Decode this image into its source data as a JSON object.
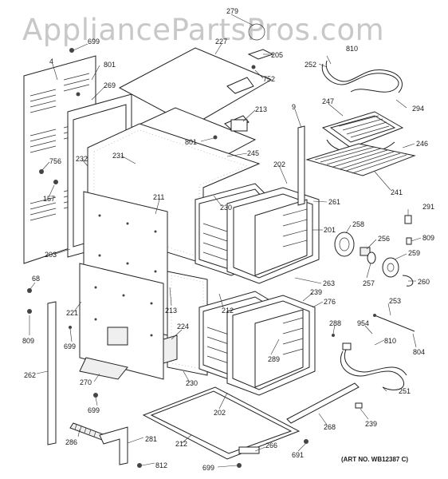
{
  "watermark": "AppliancePartsPros.com",
  "art_number": "(ART NO. WB12387 C)",
  "callouts": {
    "c279": "279",
    "c699a": "699",
    "c227": "227",
    "c205": "205",
    "c810a": "810",
    "c4": "4",
    "c801a": "801",
    "c752": "752",
    "c252": "252",
    "c294": "294",
    "c269": "269",
    "c213a": "213",
    "c9": "9",
    "c247": "247",
    "c801b": "801",
    "c245": "245",
    "c246": "246",
    "c756": "756",
    "c232": "232",
    "c231": "231",
    "c202a": "202",
    "c241": "241",
    "c157": "157",
    "c261": "261",
    "c211": "211",
    "c230a": "230",
    "c291": "291",
    "c201": "201",
    "c258": "258",
    "c256": "256",
    "c809a": "809",
    "c259": "259",
    "c203": "203",
    "c68": "68",
    "c257": "257",
    "c260": "260",
    "c263": "263",
    "c212a": "212",
    "c213b": "213",
    "c239a": "239",
    "c276": "276",
    "c221": "221",
    "c253": "253",
    "c809b": "809",
    "c288": "288",
    "c954": "954",
    "c224": "224",
    "c699b": "699",
    "c289": "289",
    "c810b": "810",
    "c804": "804",
    "c262": "262",
    "c270": "270",
    "c230b": "230",
    "c251": "251",
    "c699c": "699",
    "c202b": "202",
    "c239b": "239",
    "c268": "268",
    "c286": "286",
    "c281": "281",
    "c212b": "212",
    "c266": "266",
    "c691": "691",
    "c812": "812",
    "c699d": "699"
  }
}
